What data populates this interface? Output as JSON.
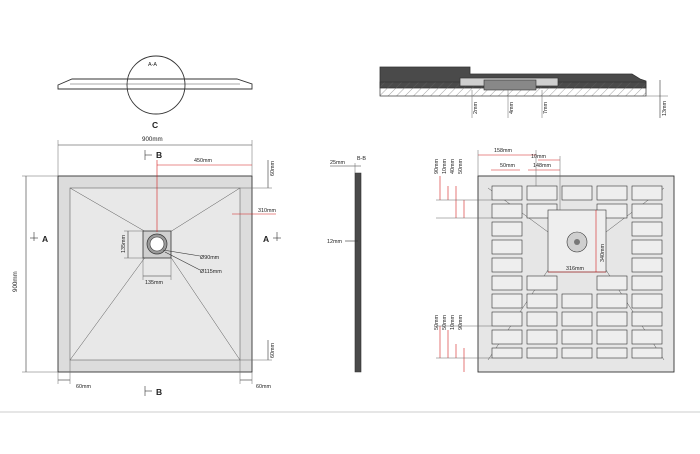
{
  "section_aa": "A-A",
  "detail_c": "C",
  "section_bb": "B-B",
  "view_marks": {
    "a": "A",
    "b": "B"
  },
  "top_view": {
    "width": "900mm",
    "height": "900mm",
    "drain_offset_x": "450mm",
    "slope_offset": "310mm",
    "drain_size_v": "135mm",
    "drain_size_h": "135mm",
    "dia_90": "Ø90mm",
    "dia_115": "Ø115mm",
    "edge_top_right": "60mm",
    "edge_bottom_right_v": "60mm",
    "edge_bottom_left": "60mm",
    "edge_bottom_right_h": "60mm"
  },
  "detail_section": {
    "d1": "2mm",
    "d2": "4mm",
    "d3": "7mm",
    "total": "13mm"
  },
  "side_view": {
    "top": "25mm",
    "thickness": "12mm"
  },
  "bottom_view": {
    "w158": "158mm",
    "w10": "10mm",
    "w50": "50mm",
    "w148": "148mm",
    "w316": "316mm",
    "h340": "340mm",
    "left_top": [
      "90mm",
      "10mm",
      "40mm",
      "50mm"
    ],
    "left_bottom": [
      "50mm",
      "50mm",
      "10mm",
      "90mm"
    ]
  },
  "colors": {
    "line": "#333333",
    "accent": "#d21d1d",
    "panel": "#dcdcdc",
    "face": "#e6e6e6",
    "dark": "#4a4a4a"
  }
}
